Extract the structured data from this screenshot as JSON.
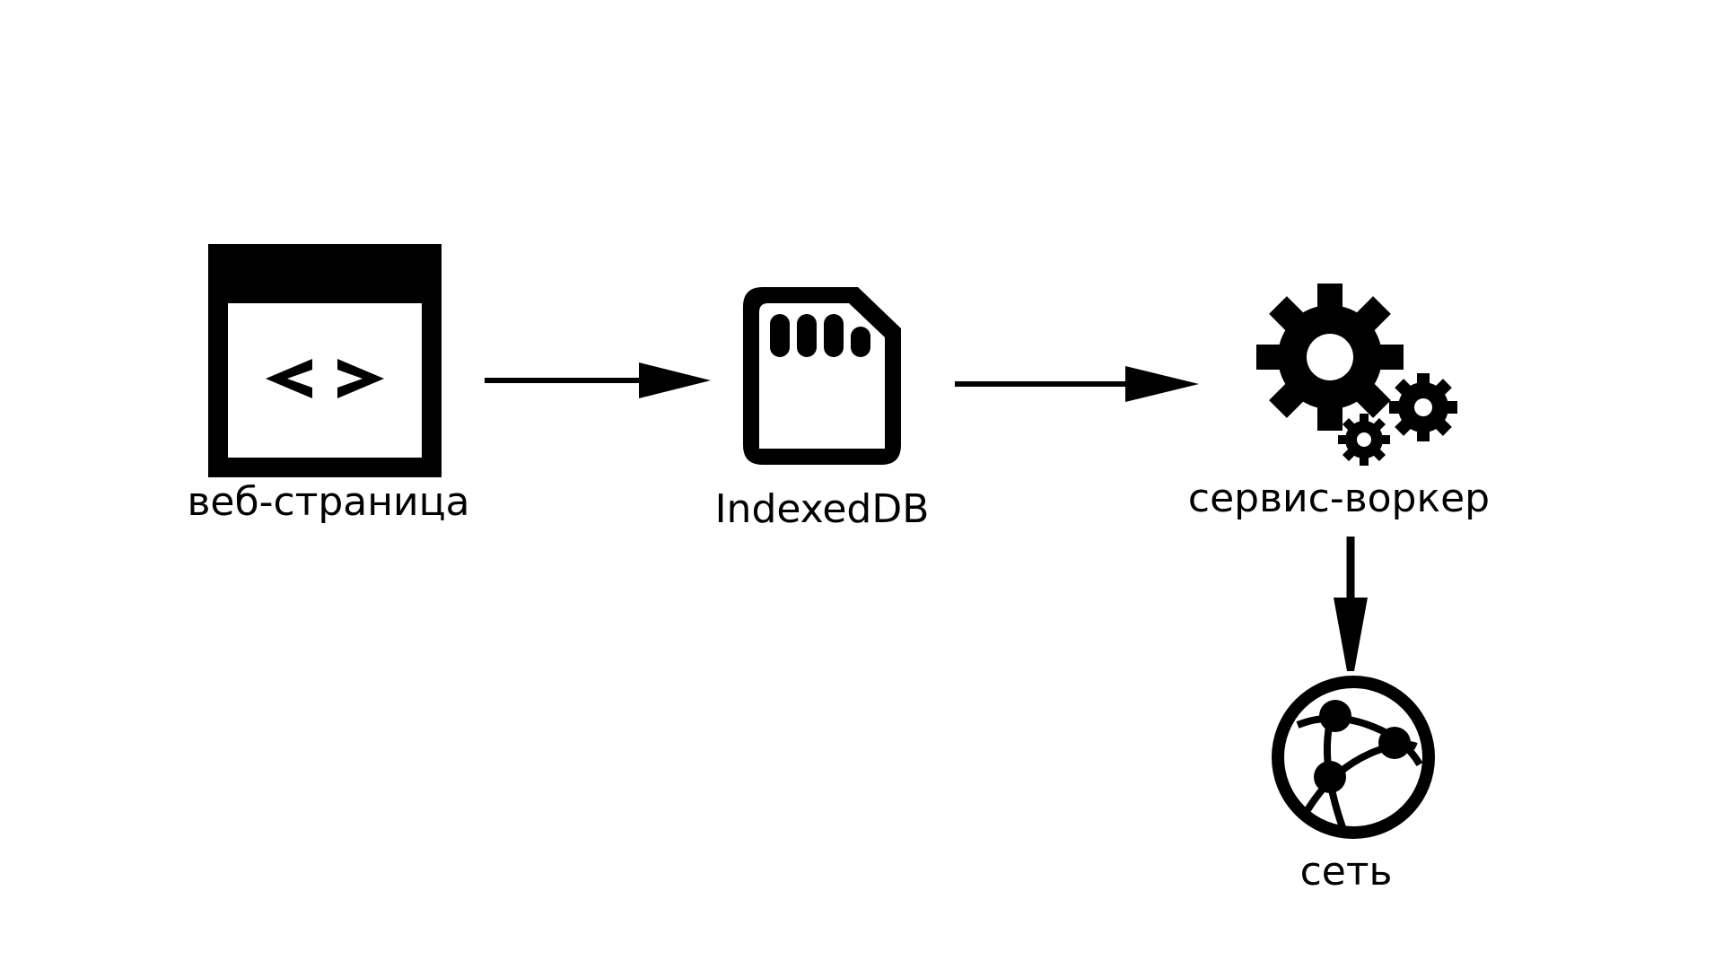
{
  "nodes": {
    "webpage": {
      "label": "веб-страница",
      "icon": "code-window-icon"
    },
    "indexeddb": {
      "label": "IndexedDB",
      "icon": "sd-card-icon"
    },
    "service_worker": {
      "label": "сервис-воркер",
      "icon": "gears-icon"
    },
    "network": {
      "label": "сеть",
      "icon": "network-globe-icon"
    }
  },
  "edges": [
    {
      "from": "webpage",
      "to": "indexeddb"
    },
    {
      "from": "indexeddb",
      "to": "service_worker"
    },
    {
      "from": "service_worker",
      "to": "network"
    }
  ],
  "colors": {
    "ink": "#000000",
    "background": "#ffffff"
  }
}
